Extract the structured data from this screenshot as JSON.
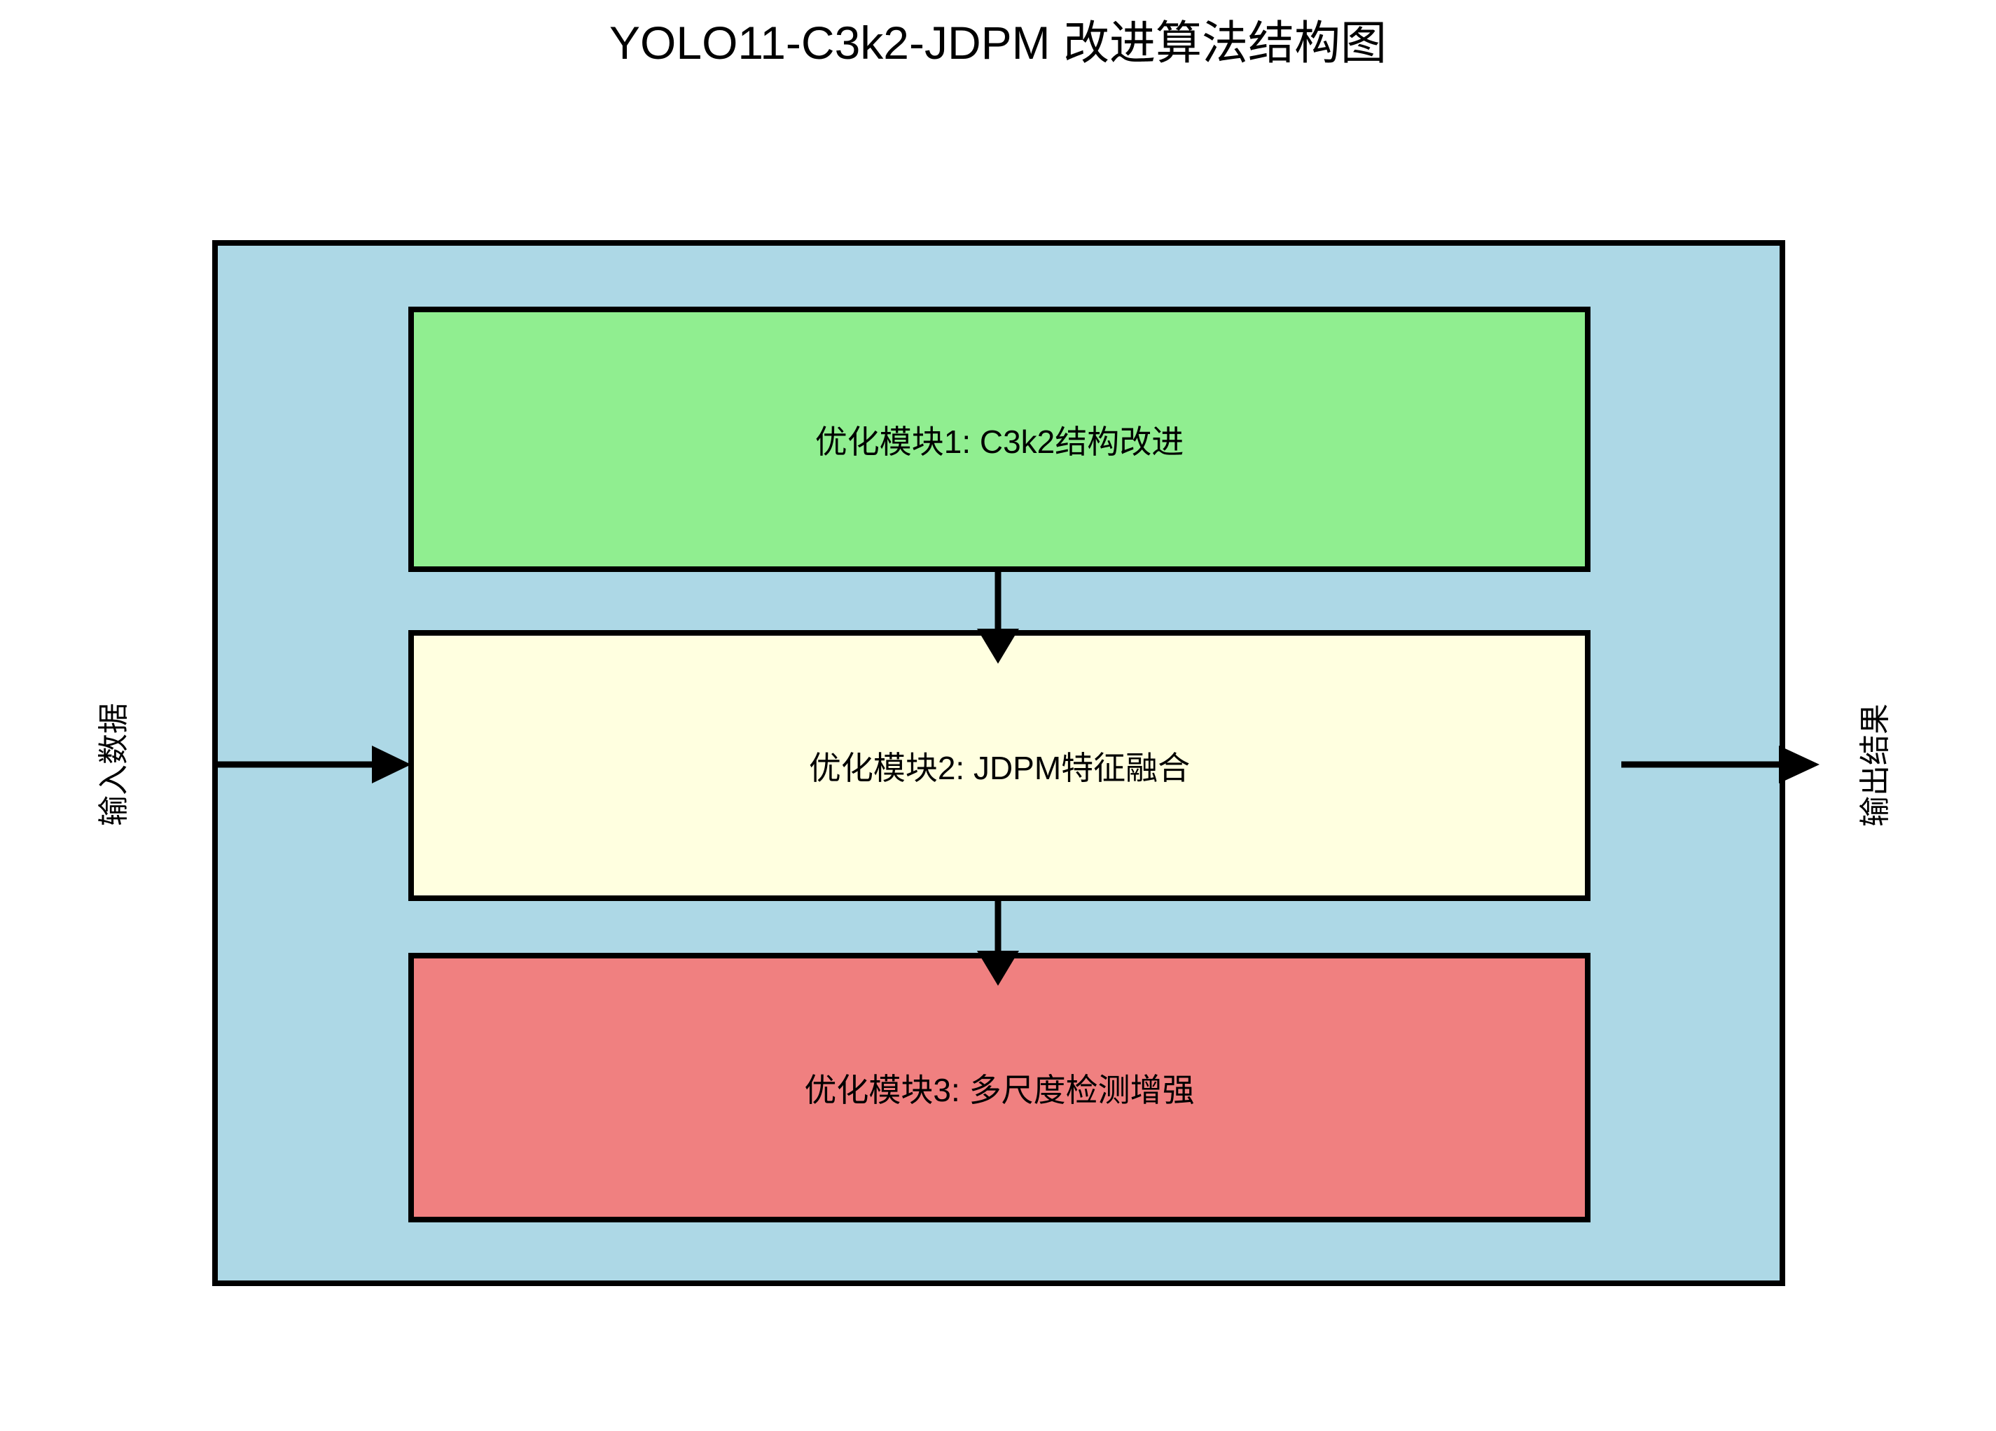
{
  "title": "YOLO11-C3k2-JDPM 改进算法结构图",
  "flow_labels": {
    "input": "输入数据",
    "output": "输出结果"
  },
  "container": {
    "background": "#ADD8E6"
  },
  "modules": [
    {
      "id": 1,
      "label": "优化模块1: C3k2结构改进",
      "background": "#90EE90"
    },
    {
      "id": 2,
      "label": "优化模块2: JDPM特征融合",
      "background": "#FFFFE0"
    },
    {
      "id": 3,
      "label": "优化模块3: 多尺度检测增强",
      "background": "#F08080"
    }
  ],
  "colors": {
    "border": "#000000",
    "arrow": "#000000",
    "text": "#000000",
    "page_background": "#FFFFFF"
  }
}
